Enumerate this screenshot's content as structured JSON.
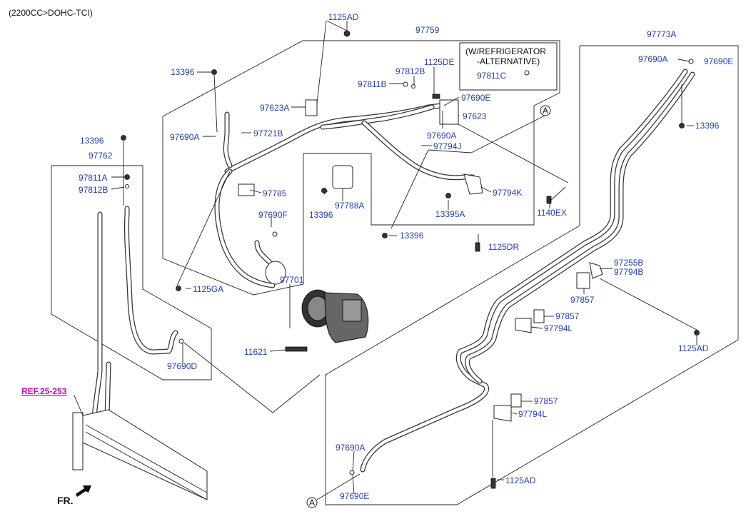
{
  "header": {
    "engine": "(2200CC>DOHC-TCI)"
  },
  "note_box": {
    "line1": "(W/REFRIGERATOR",
    "line2": "-ALTERNATIVE)"
  },
  "ref_link": "REF.25-253",
  "front_label": "FR.",
  "circle_ref": "A",
  "labels": {
    "p1125AD_top": "1125AD",
    "p97759": "97759",
    "p13396_a": "13396",
    "p1125DE": "1125DE",
    "p97812B_top": "97812B",
    "p97811B": "97811B",
    "p97811C": "97811C",
    "p97690E_mid": "97690E",
    "p97623A": "97623A",
    "p97623": "97623",
    "p97690A_left": "97690A",
    "p97721B": "97721B",
    "p97690A_mid": "97690A",
    "p97794J": "97794J",
    "p13396_b": "13396",
    "p97762": "97762",
    "p97811A": "97811A",
    "p97812B_left": "97812B",
    "p97785": "97785",
    "p13396_c": "13396",
    "p97788A": "97788A",
    "p13395A": "13395A",
    "p97794K": "97794K",
    "p1140EX": "1140EX",
    "p97690F": "97690F",
    "p13396_d": "13396",
    "p1125DR": "1125DR",
    "p1125GA": "1125GA",
    "p97701": "97701",
    "p11621": "11621",
    "p97690D": "97690D",
    "p97773A": "97773A",
    "p97690A_right": "97690A",
    "p97690E_right": "97690E",
    "p13396_e": "13396",
    "p97255B": "97255B",
    "p97794B": "97794B",
    "p97857_a": "97857",
    "p97857_b": "97857",
    "p97794L_a": "97794L",
    "p1125AD_right": "1125AD",
    "p97857_c": "97857",
    "p97794L_b": "97794L",
    "p97690A_bottom": "97690A",
    "p1125AD_bottom": "1125AD",
    "p97690E_bottom": "97690E"
  }
}
